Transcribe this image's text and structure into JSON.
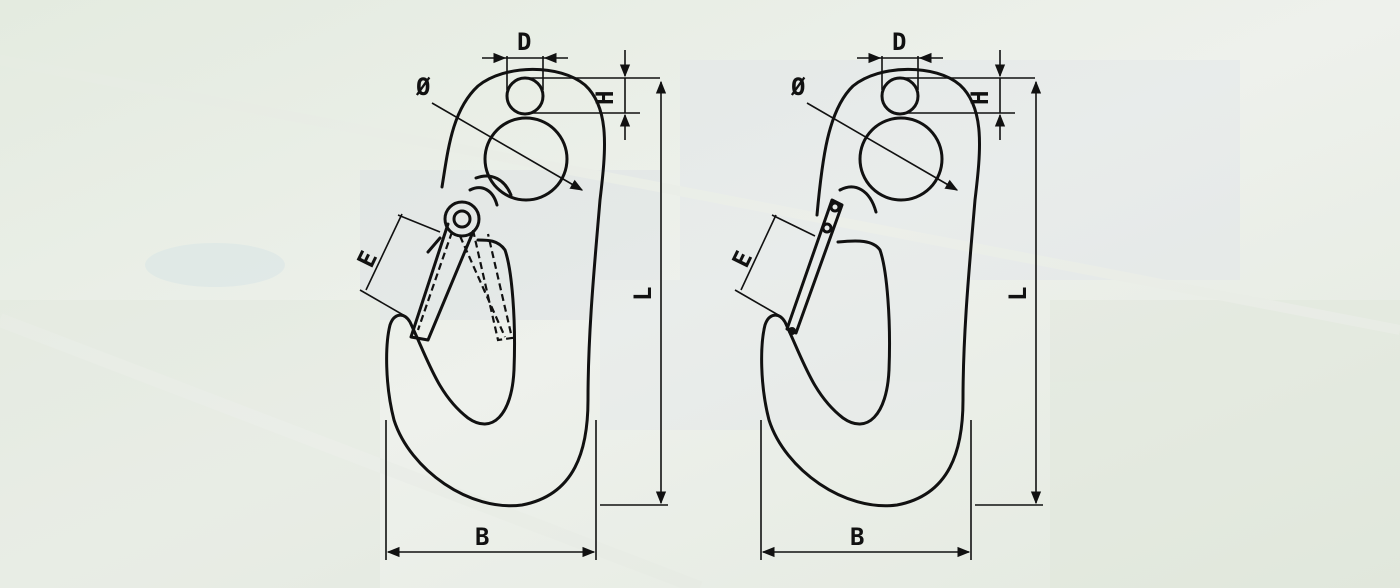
{
  "figure": {
    "hook_left": {
      "variant": "eye-hook-with-spring-latch",
      "labels": {
        "D": "D",
        "H": "H",
        "phi": "Ø",
        "E": "E",
        "L": "L",
        "B": "B"
      }
    },
    "hook_right": {
      "variant": "eye-hook-with-thin-latch",
      "labels": {
        "D": "D",
        "H": "H",
        "phi": "Ø",
        "E": "E",
        "L": "L",
        "B": "B"
      }
    }
  },
  "colors": {
    "line": "#111111",
    "background_tint": "#e9eee6"
  }
}
